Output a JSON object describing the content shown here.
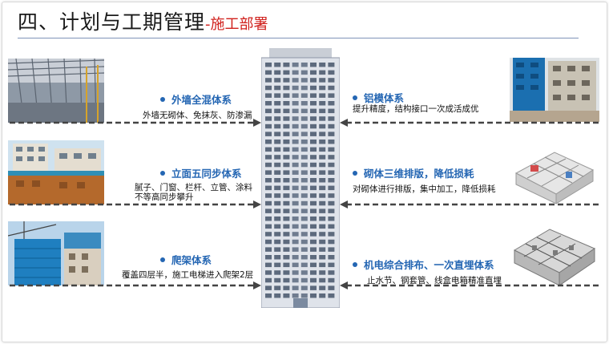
{
  "title": {
    "main": "四、计划与工期管理",
    "sub": "-施工部署"
  },
  "left": [
    {
      "label": "外墙全混体系",
      "desc": "外墙无砌体、免抹灰、防渗漏"
    },
    {
      "label": "立面五同步体系",
      "desc_line1": "腻子、门窗、栏杆、立管、涂料",
      "desc_line2": "不等高同步攀升"
    },
    {
      "label": "爬架体系",
      "desc": "覆盖四层半，施工电梯进入爬架2层"
    }
  ],
  "right": [
    {
      "label": "铝模体系",
      "desc": "提升精度，结构接口一次成活成优"
    },
    {
      "label": "砌体三维排版，降低损耗",
      "desc": "对砌体进行排版，集中加工，降低损耗"
    },
    {
      "label": "机电综合排布、一次直埋体系",
      "desc": "止水节、钢套管、线盒电箱精准直埋"
    }
  ],
  "colors": {
    "accent": "#2466b3",
    "title_red": "#d0201c",
    "arrow": "#444444"
  }
}
